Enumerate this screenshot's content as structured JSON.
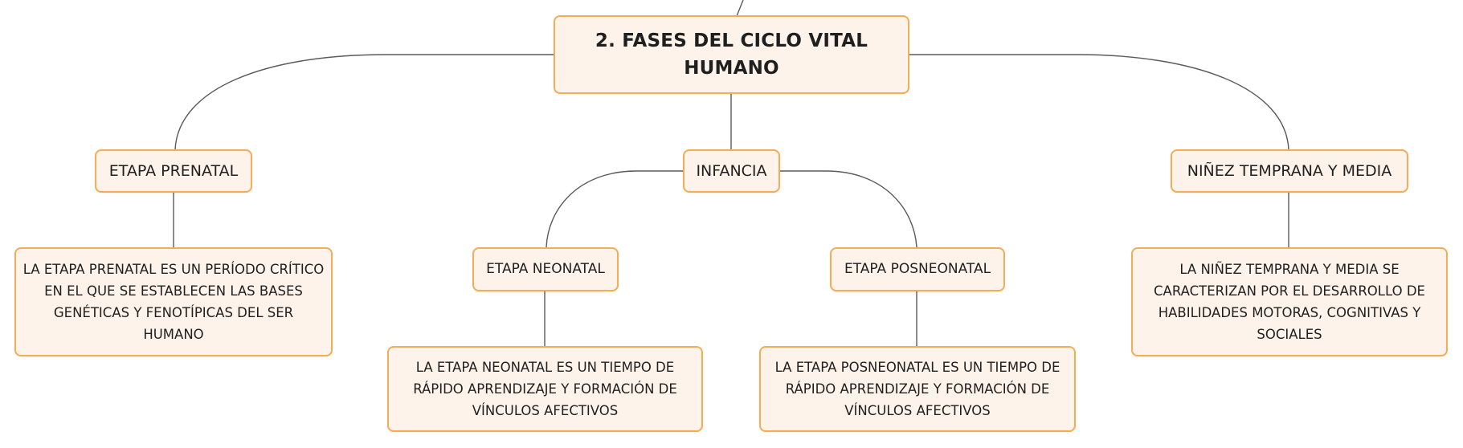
{
  "diagram": {
    "root": {
      "label": "2. FASES DEL CICLO VITAL HUMANO"
    },
    "nodes": {
      "prenatal": {
        "label": "ETAPA PRENATAL"
      },
      "infancia": {
        "label": "INFANCIA"
      },
      "ninez": {
        "label": "NIÑEZ TEMPRANA Y MEDIA"
      },
      "neonatal": {
        "label": "ETAPA NEONATAL"
      },
      "posneonatal": {
        "label": "ETAPA POSNEONATAL"
      },
      "prenatal_desc": {
        "label": "LA ETAPA PRENATAL ES UN PERÍODO CRÍTICO EN EL QUE SE ESTABLECEN LAS BASES GENÉTICAS Y FENOTÍPICAS DEL SER HUMANO"
      },
      "neonatal_desc": {
        "label": "LA ETAPA NEONATAL ES UN TIEMPO DE RÁPIDO APRENDIZAJE Y FORMACIÓN DE VÍNCULOS AFECTIVOS"
      },
      "posneonatal_desc": {
        "label": "LA ETAPA POSNEONATAL ES UN TIEMPO DE RÁPIDO APRENDIZAJE Y FORMACIÓN DE VÍNCULOS AFECTIVOS"
      },
      "ninez_desc": {
        "label": "LA NIÑEZ TEMPRANA Y MEDIA SE CARACTERIZAN POR EL DESARROLLO DE HABILIDADES MOTORAS, COGNITIVAS Y SOCIALES"
      }
    },
    "colors": {
      "node_fill": "#fdf3ea",
      "node_border": "#f3ad57",
      "connector": "#555555",
      "text": "#1f1f1f"
    }
  }
}
